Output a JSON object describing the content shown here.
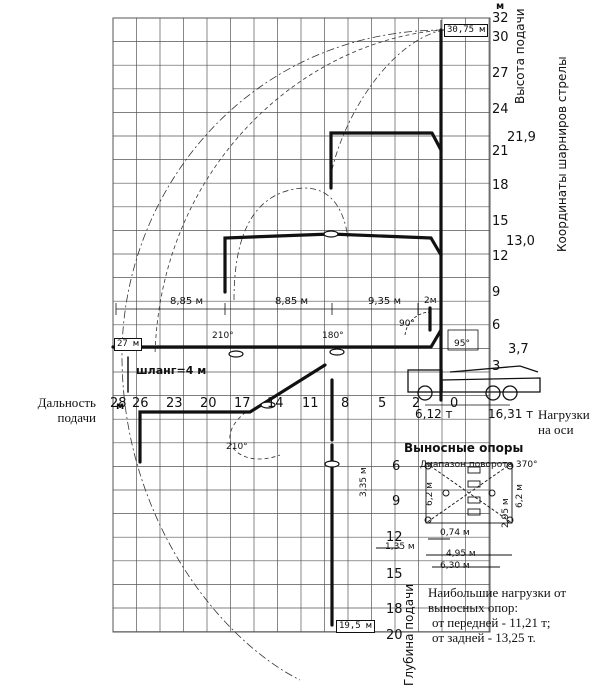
{
  "y_axis": {
    "unit": "м",
    "ticks": [
      "32",
      "30",
      "27",
      "24",
      "21",
      "18",
      "15",
      "12",
      "9",
      "6",
      "3"
    ],
    "title_top": "Высота подачи",
    "title_joints": "Координаты шарниров стрелы",
    "title_bottom": "Глубина подачи"
  },
  "x_axis": {
    "unit": "м",
    "ticks": [
      "28",
      "26",
      "23",
      "20",
      "17",
      "14",
      "11",
      "8",
      "5",
      "2",
      "0"
    ],
    "title_left": "Дальность подачи",
    "title_right": "Нагрузки на оси"
  },
  "depth_ticks": [
    "6",
    "9",
    "12",
    "15",
    "18",
    "20"
  ],
  "hinge_heights": [
    "21,9",
    "13,0",
    "3,7"
  ],
  "max_height_box": "30,75 м",
  "max_depth_box": "19,5 м",
  "reach_27": "27 м",
  "hose_label": "шланг=4 м",
  "segments": [
    "8,85 м",
    "8,85 м",
    "9,35 м",
    "2м"
  ],
  "angles": {
    "a210_upper": "210°",
    "a180": "180°",
    "a90": "90°",
    "a95": "95°",
    "a210_lower": "210°"
  },
  "axle_loads": {
    "front": "6,12 т",
    "rear": "16,31 т"
  },
  "outriggers": {
    "title": "Выносные опоры",
    "rotation": "Диапазон поворота 370°",
    "dims": [
      "3,35 м",
      "6,2 м",
      "2,95 м",
      "6,2 м",
      "0,74 м",
      "1,35 м",
      "4,95 м",
      "6,30 м"
    ]
  },
  "max_loads": {
    "line1": "Наибольшие нагрузки от",
    "line2": "выносных опор:",
    "line3": "от передней - 11,21 т;",
    "line4": "от задней     - 13,25 т."
  }
}
